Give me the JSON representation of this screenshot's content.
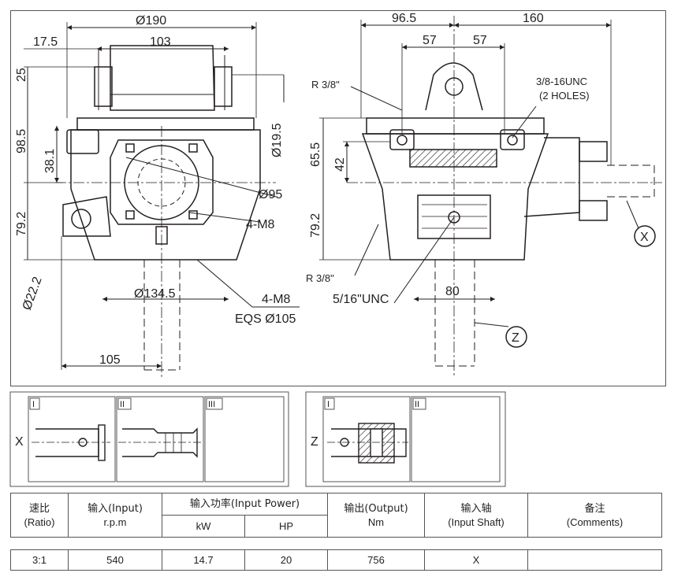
{
  "drawing": {
    "front_view": {
      "dims": {
        "d190": "Ø190",
        "d103": "103",
        "d17_5": "17.5",
        "d25": "25",
        "d98_5": "98.5",
        "d38_1": "38.1",
        "d79_2": "79.2",
        "d19_5": "Ø19.5",
        "d95": "Ø95",
        "m8_top": "4-M8",
        "d22_2": "Ø22.2",
        "d134_5": "Ø134.5",
        "m8_bottom": "4-M8",
        "eqs105": "EQS Ø105",
        "d105": "105"
      }
    },
    "side_view": {
      "dims": {
        "d96_5": "96.5",
        "d160": "160",
        "d57a": "57",
        "d57b": "57",
        "r_top": "R 3/8\"",
        "unc_note_1": "3/8-16UNC",
        "unc_note_2": "(2 HOLES)",
        "d65_5": "65.5",
        "d42": "42",
        "d79_2": "79.2",
        "r_bottom": "R 3/8\"",
        "unc516": "5/16\"UNC",
        "d80": "80"
      },
      "callouts": {
        "x": "X",
        "z": "Z"
      }
    }
  },
  "shaft_options": {
    "x": {
      "label": "X",
      "cells": [
        "I",
        "II",
        "III"
      ]
    },
    "z": {
      "label": "Z",
      "cells": [
        "I",
        "II"
      ]
    }
  },
  "spec_table": {
    "headers": {
      "ratio_cn": "速比",
      "ratio_en": "(Ratio)",
      "input_cn": "输入(Input)",
      "input_en": "r.p.m",
      "power": "输入功率(Input Power)",
      "kw": "kW",
      "hp": "HP",
      "output_cn": "输出(Output)",
      "output_en": "Nm",
      "shaft_cn": "输入轴",
      "shaft_en": "(Input Shaft)",
      "comments_cn": "备注",
      "comments_en": "(Comments)"
    },
    "row": {
      "ratio": "3:1",
      "rpm": "540",
      "kw": "14.7",
      "hp": "20",
      "nm": "756",
      "shaft": "X",
      "comments": ""
    }
  }
}
